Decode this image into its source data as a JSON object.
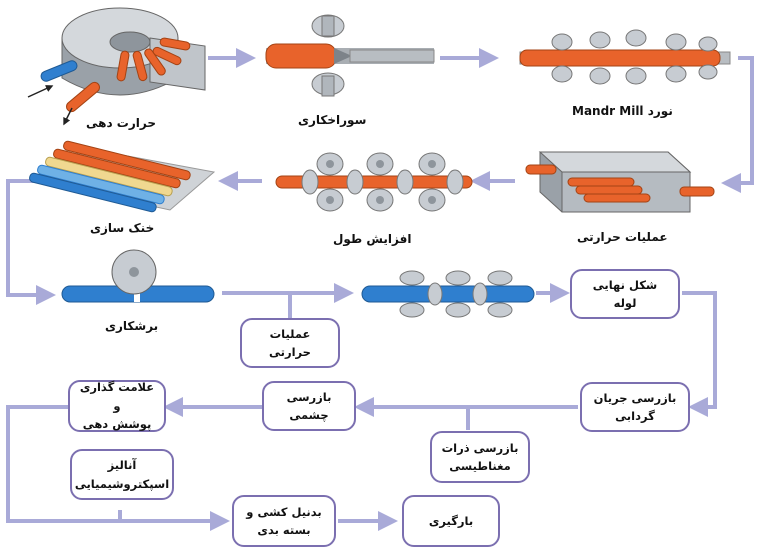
{
  "colors": {
    "flow": "#a9aad8",
    "box_border": "#7b6fb0",
    "pipe_orange": "#e8632b",
    "pipe_blue": "#2f7fcf",
    "machine_gray": "#c7ccd2",
    "machine_dark": "#8e959c"
  },
  "stages": {
    "heating": "حرارت دهی",
    "piercing": "سوراخکاری",
    "mandrel_mill": "نورد Mandr Mill",
    "heat_treatment_top": "عملیات حرارتی",
    "stretch_reducing": "افزایش طول",
    "cooling": "خنک سازی",
    "cutting": "برشکاری"
  },
  "boxes": {
    "final_shape": "شکل نهایی\nلوله",
    "heat_treatment": "عملیات حرارتی",
    "eddy_current": "بازرسی جریان\nگردابی",
    "visual_inspection": "بازرسی چشمی",
    "magnetic_particle": "بازرسی ذرات\nمغناطیسی",
    "marking_coating": "علامت گذاری و\nپوشش دهی",
    "spectro_analysis": "آنالیز\nاسپکتروشیمیایی",
    "bundling": "بدنیل کشی و\nبسته بدی",
    "loading": "بارگیری"
  }
}
